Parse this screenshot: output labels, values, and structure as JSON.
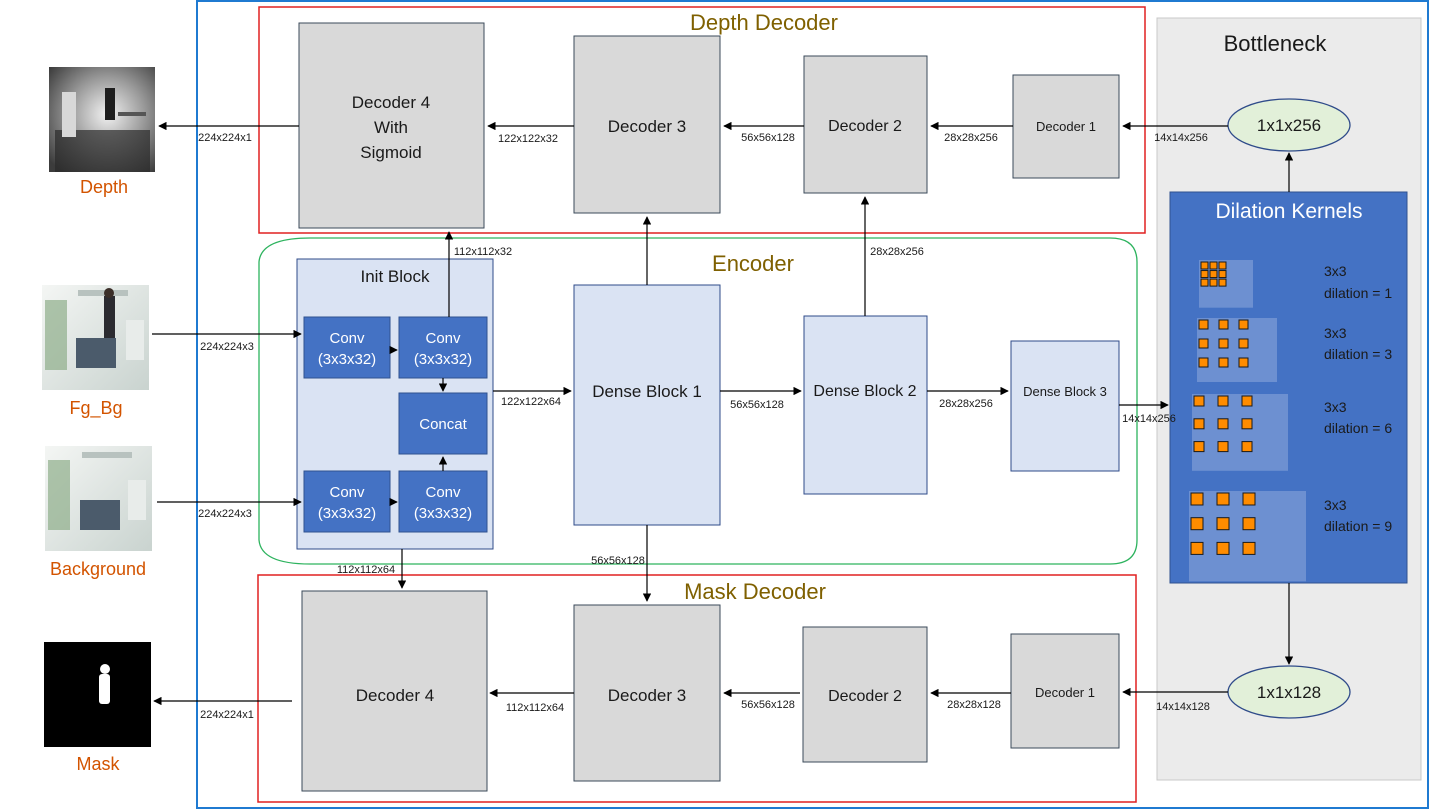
{
  "sections": {
    "depth_decoder": "Depth Decoder",
    "encoder": "Encoder",
    "mask_decoder": "Mask Decoder",
    "bottleneck": "Bottleneck"
  },
  "images": {
    "depth": "Depth",
    "fg_bg": "Fg_Bg",
    "background": "Background",
    "mask": "Mask"
  },
  "depth_decoder": {
    "decoder4": [
      "Decoder 4",
      "With",
      "Sigmoid"
    ],
    "decoder3": "Decoder 3",
    "decoder2": "Decoder 2",
    "decoder1": "Decoder 1"
  },
  "mask_decoder": {
    "decoder4": "Decoder 4",
    "decoder3": "Decoder 3",
    "decoder2": "Decoder 2",
    "decoder1": "Decoder 1"
  },
  "encoder": {
    "init_block": "Init Block",
    "conv_a": [
      "Conv",
      "(3x3x32)"
    ],
    "conv_b": [
      "Conv",
      "(3x3x32)"
    ],
    "conv_c": [
      "Conv",
      "(3x3x32)"
    ],
    "conv_d": [
      "Conv",
      "(3x3x32)"
    ],
    "concat": "Concat",
    "dense1": "Dense Block 1",
    "dense2": "Dense Block 2",
    "dense3": "Dense Block 3"
  },
  "bottleneck": {
    "top_node": "1x1x256",
    "bottom_node": "1x1x128",
    "dilation_title": "Dilation Kernels",
    "kernels": [
      {
        "size": "3x3",
        "dilation": "dilation = 1"
      },
      {
        "size": "3x3",
        "dilation": "dilation = 3"
      },
      {
        "size": "3x3",
        "dilation": "dilation = 6"
      },
      {
        "size": "3x3",
        "dilation": "dilation = 9"
      }
    ]
  },
  "edge_labels": {
    "depth_out": "224x224x1",
    "d4_from_d3": "122x122x32",
    "d3_from_d2": "56x56x128",
    "d2_from_d1": "28x28x256",
    "d1_from_bn": "14x14x256",
    "init_to_d4": "112x112x32",
    "dense2_to_d2": "28x28x256",
    "fgbg_in": "224x224x3",
    "bg_in": "224x224x3",
    "init_to_dense1": "122x122x64",
    "dense1_to_dense2": "56x56x128",
    "dense2_to_dense3": "28x28x256",
    "dense3_to_kernels": "14x14x256",
    "dense1_to_mask_d3": "56x56x128",
    "init_to_mask_d4": "112x112x64",
    "mask_out": "224x224x1",
    "mask_d4_from_d3": "112x112x64",
    "mask_d3_from_d2": "56x56x128",
    "mask_d2_from_d1": "28x28x128",
    "mask_d1_from_bn": "14x14x128"
  },
  "colors": {
    "decoder_frame": "#e02020",
    "encoder_frame": "#2db35e",
    "outer_frame": "#1f7ad1",
    "accent_dark_blue": "#4472c4",
    "kernel_orange": "#ff8c00"
  }
}
